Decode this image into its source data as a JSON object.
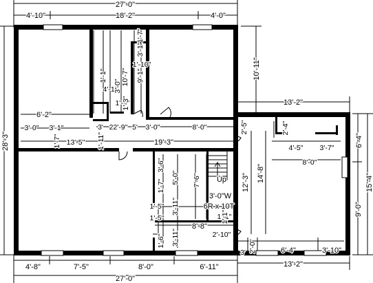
{
  "dimensions": {
    "top_overall": "27'-0\"",
    "top_left": "4'-10\"",
    "top_mid": "18'-2\"",
    "top_right": "4'-0\"",
    "left_overall": "28'-3\"",
    "right_upper": "10'-11\"",
    "garage_top": "13'-2\"",
    "garage_right_upper": "6'-4\"",
    "garage_right_overall": "15'-4\"",
    "garage_right_lower": "9'-0\"",
    "garage_inner_1": "2'-4\"",
    "garage_inner_2": "4'-5\"",
    "garage_inner_3": "3'-7\"",
    "garage_inner_4": "8'-0\"",
    "garage_inner_5": "14'-8\"",
    "garage_inner_6": "12'-3\"",
    "closet_1": "1'-7\"",
    "closet_2": "3'-1\"",
    "closet_3": "1'-10\"",
    "closet_4": "10'-7\"",
    "closet_5": "9'-1\"",
    "closet_6": "1'-1\"",
    "closet_7": "4'-1\"",
    "closet_8": "3'-0\"",
    "closet_9": "1'-9\"",
    "closet_10": "1'-3\"",
    "upper_left_1": "6'-2\"",
    "upper_left_2": "3'-0\"",
    "upper_left_3": "3'-1\"",
    "upper_left_4": "13'-5\"",
    "upper_left_5": "1'-7\"",
    "mid_1": "1'-11\"",
    "mid_2": "3'",
    "mid_3": "22'-9\"",
    "mid_4": "5'",
    "mid_5": "3'-0\"",
    "mid_6": "8'-0\"",
    "mid_7": "2'-5\"",
    "mid_overall": "19'-3\"",
    "stair_1": "3'-6\"",
    "stair_2": "1'-7\"",
    "stair_3": "5'-0\"",
    "stair_4": "7'-6\"",
    "stair_up": "Up",
    "stair_5": "3'-0\"W",
    "stair_6": "6R x 10T",
    "stair_7": "1'-5\"",
    "stair_8": "3'-11\"",
    "stair_9": "1'-5\"",
    "stair_10": "8'-8\"",
    "stair_11": "2'-10\"",
    "stair_12": "1'-6\"",
    "stair_13": "3'-11\"",
    "stair_14": "1'-1\"",
    "stair_15": "1'-1\"",
    "lower_right_1": "2'-0\"",
    "lower_right_2": "3'",
    "lower_right_3": "6'-4\"",
    "lower_right_4": "3'-10\"",
    "bottom_1": "4'-8\"",
    "bottom_2": "7'-5\"",
    "bottom_3": "8'-0\"",
    "bottom_4": "6'-11\"",
    "bottom_overall": "27'-0\"",
    "bottom_garage": "13'-2\""
  }
}
